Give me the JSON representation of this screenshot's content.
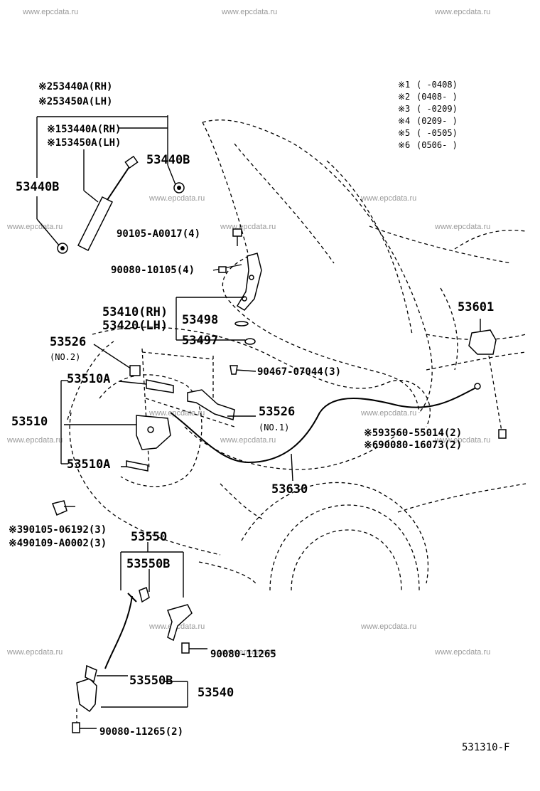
{
  "watermark": "www.epcdata.ru",
  "diagram_code": "531310-F",
  "legend": [
    {
      "mark": "※1",
      "range": "(      -0408)"
    },
    {
      "mark": "※2",
      "range": "(0408-      )"
    },
    {
      "mark": "※3",
      "range": "(      -0209)"
    },
    {
      "mark": "※4",
      "range": "(0209-      )"
    },
    {
      "mark": "※5",
      "range": "(      -0505)"
    },
    {
      "mark": "※6",
      "range": "(0506-      )"
    }
  ],
  "labels": {
    "strut_rh_2": "※253440A(RH)",
    "strut_lh_2": "※253450A(LH)",
    "strut_rh_1": "※153440A(RH)",
    "strut_lh_1": "※153450A(LH)",
    "stud_right": "53440B",
    "stud_left": "53440B",
    "bolt_a0017": "90105-A0017(4)",
    "bolt_10105": "90080-10105(4)",
    "hinge_rh": "53410(RH)",
    "hinge_lh": "53420(LH)",
    "cushion_53498": "53498",
    "cushion_53497": "53497",
    "cushion_no2": "53526",
    "cushion_no2_note": "(NO.2)",
    "lock_assy_a_top": "53510A",
    "lock_assy": "53510",
    "lock_assy_a_bottom": "53510A",
    "clip_07044": "90467-07044(3)",
    "cushion_no1": "53526",
    "cushion_no1_note": "(NO.1)",
    "lever": "53601",
    "screw_55014": "※593560-55014(2)",
    "bolt_16073": "※690080-16073(2)",
    "cable": "53630",
    "bolt_06192": "※390105-06192(3)",
    "bolt_a0002": "※490109-A0002(3)",
    "support_rod": "53550",
    "holder_top": "53550B",
    "bolt_11265": "90080-11265",
    "holder_bottom": "53550B",
    "rod_assy": "53540",
    "bolt_11265_2": "90080-11265(2)"
  }
}
